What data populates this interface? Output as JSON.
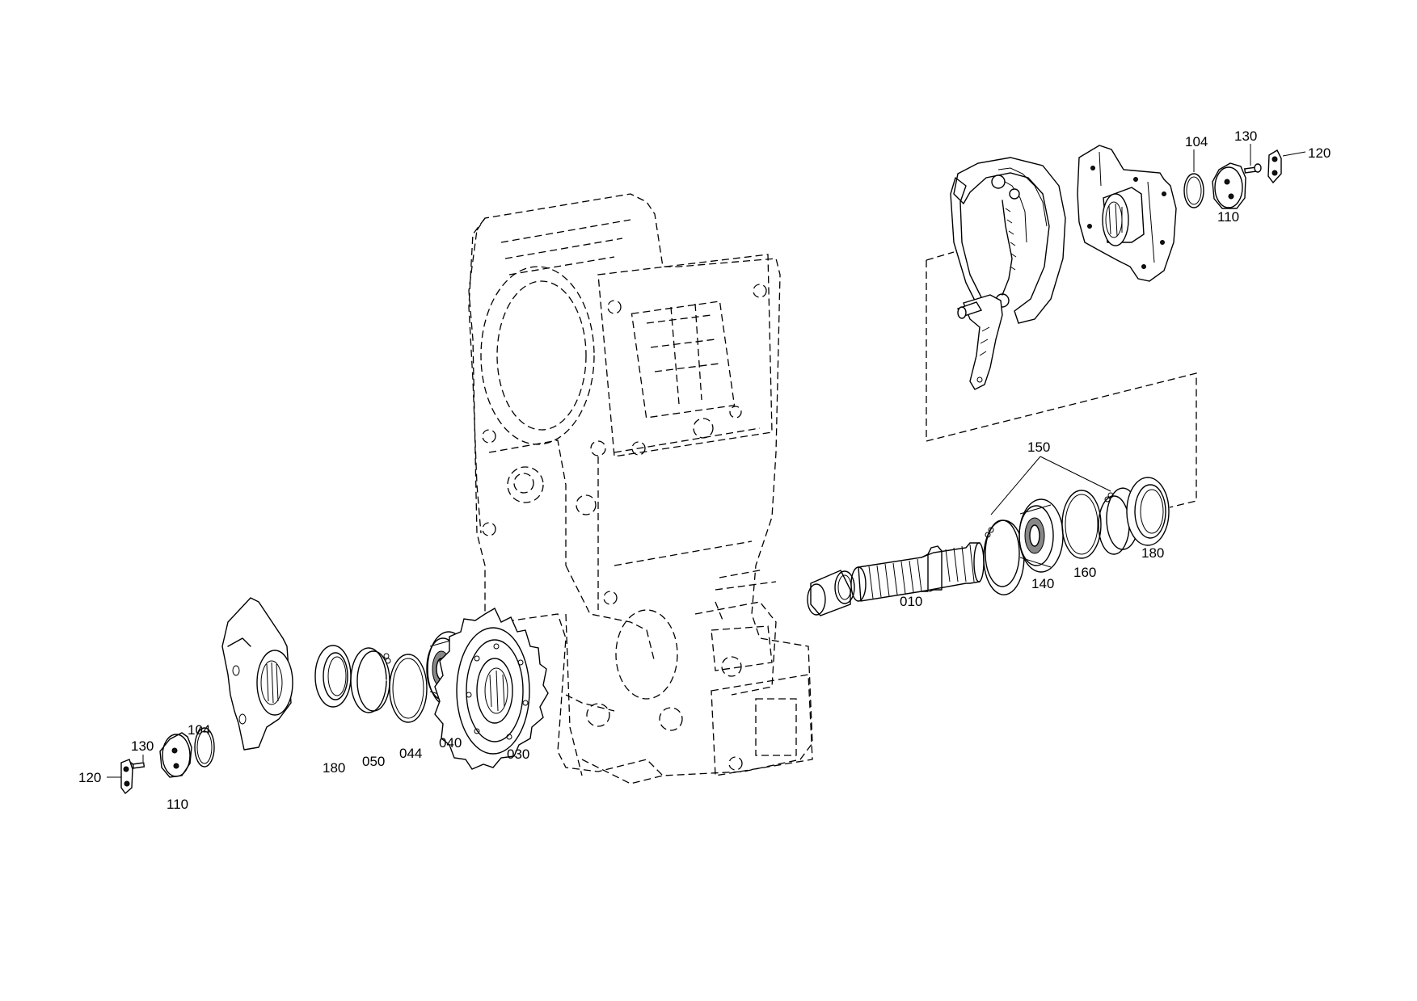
{
  "callouts": {
    "c010": "010",
    "c030": "030",
    "c040": "040",
    "c044": "044",
    "c050": "050",
    "c104_left": "104",
    "c104_right": "104",
    "c110_left": "110",
    "c110_right": "110",
    "c120_left": "120",
    "c120_right": "120",
    "c130_left": "130",
    "c130_right": "130",
    "c140": "140",
    "c150": "150",
    "c160": "160",
    "c180_left": "180",
    "c180_right": "180"
  }
}
